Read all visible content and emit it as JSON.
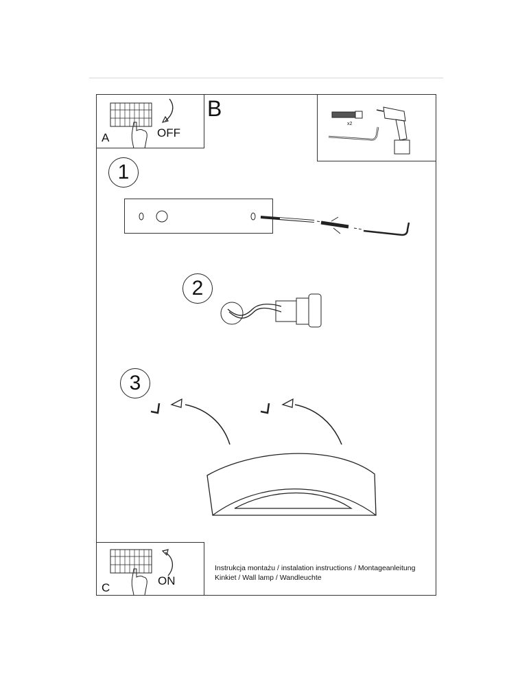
{
  "header": {
    "section_b_label": "B"
  },
  "panel_a": {
    "letter": "A",
    "action_text": "OFF",
    "icon": "breaker-switch-off-icon"
  },
  "tools_panel": {
    "quantity_label": "x2",
    "items": [
      "wall-plug-icon",
      "hook-screw-icon",
      "drill-icon"
    ]
  },
  "steps": [
    {
      "number": "1",
      "description_icon": "mounting-bracket-screw-icon"
    },
    {
      "number": "2",
      "description_icon": "lamp-socket-wiring-icon"
    },
    {
      "number": "3",
      "description_icon": "lamp-shade-mount-icon"
    }
  ],
  "panel_c": {
    "letter": "C",
    "action_text": "ON",
    "icon": "breaker-switch-on-icon"
  },
  "footer": {
    "line1": "Instrukcja montażu / instalation instructions / Montageanleitung",
    "line2": "Kinkiet / Wall lamp / Wandleuchte"
  },
  "colors": {
    "line": "#222222",
    "rule": "#d6d6d6",
    "background": "#ffffff"
  }
}
